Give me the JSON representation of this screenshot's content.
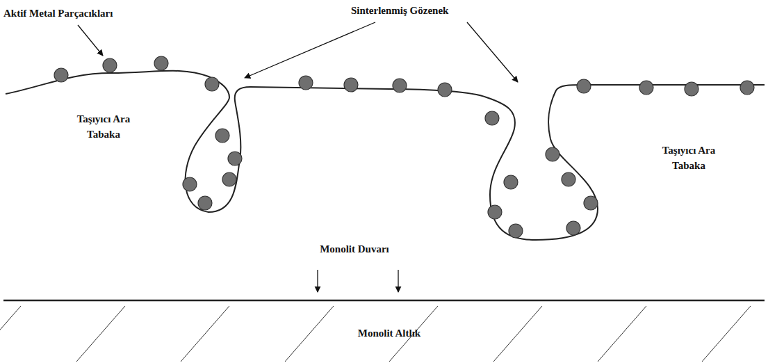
{
  "diagram": {
    "labels": [
      "Aktif Metal Parçacıkları",
      "Sinterlenmiş Gözenek",
      "Taşıyıcı Ara Tabaka",
      "Taşıyıcı Ara Tabaka",
      "Monolit Duvarı",
      "Monolit Altlık"
    ]
  }
}
